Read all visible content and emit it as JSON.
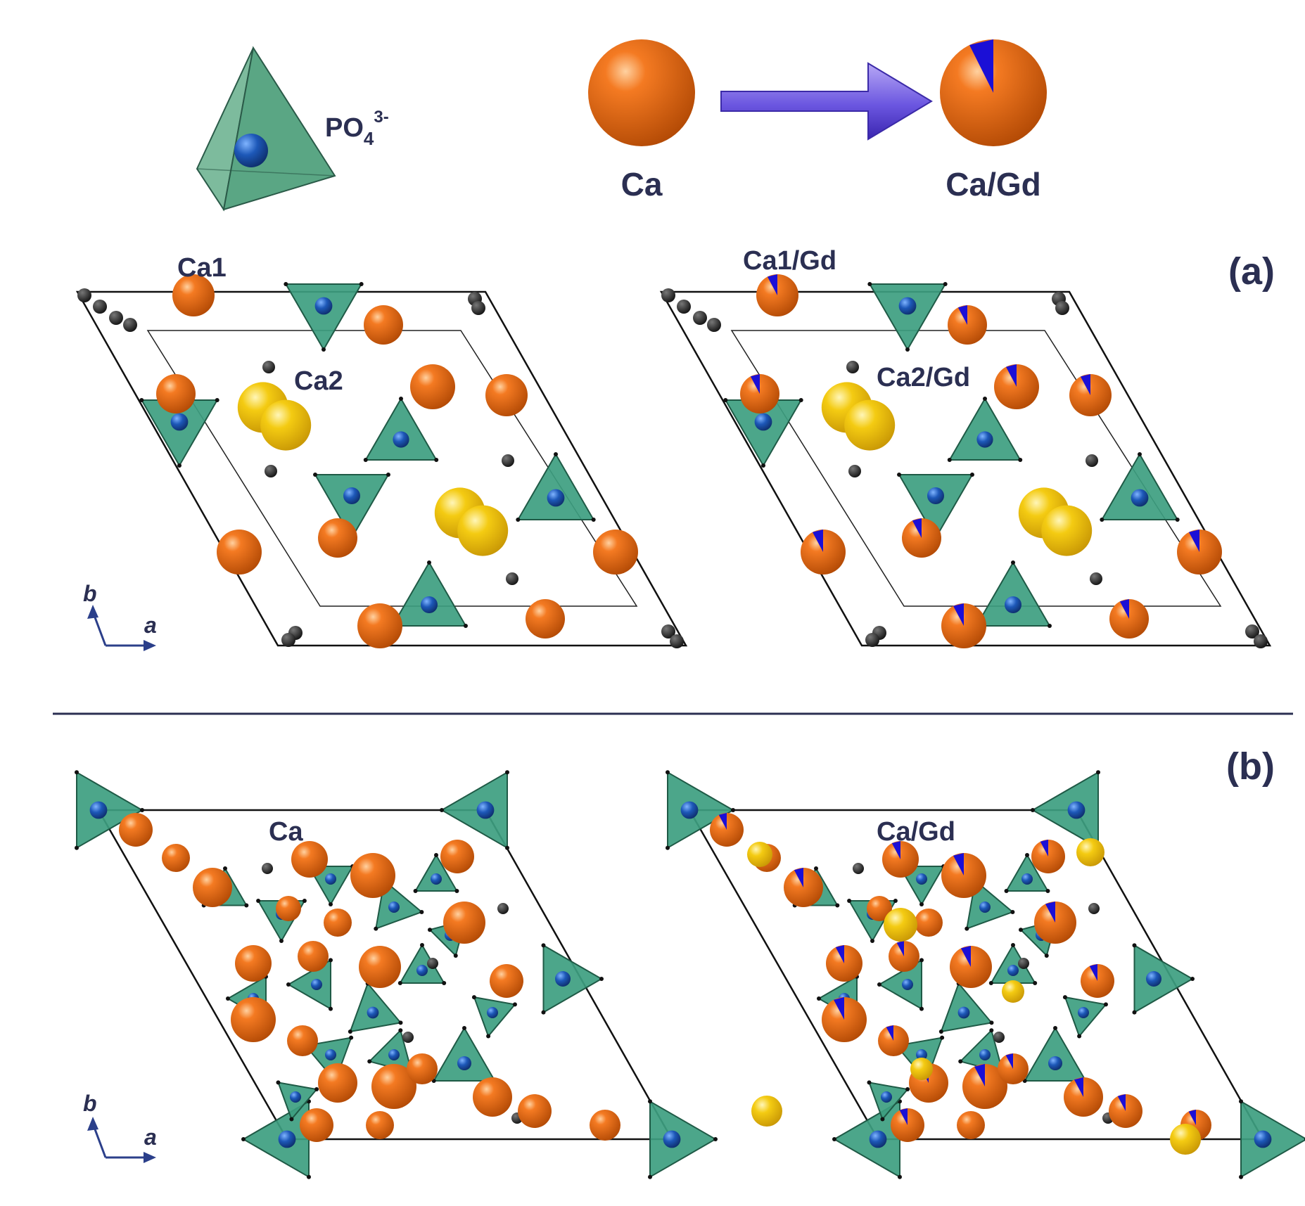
{
  "legend": {
    "po4_base": "PO",
    "po4_sub": "4",
    "po4_sup": "3-",
    "ca_label": "Ca",
    "cagd_label": "Ca/Gd"
  },
  "panel_a": {
    "tag": "(a)",
    "left": {
      "site1": "Ca1",
      "site2": "Ca2"
    },
    "right": {
      "site1": "Ca1/Gd",
      "site2": "Ca2/Gd"
    }
  },
  "panel_b": {
    "tag": "(b)",
    "left": {
      "label": "Ca"
    },
    "right": {
      "label": "Ca/Gd"
    }
  },
  "axes": {
    "b": "b",
    "a": "a"
  },
  "colors": {
    "ca_orange": "#e8620f",
    "gd_blue": "#1b0fd6",
    "phosphate_green": "#3d9e80",
    "phosphorus_blue": "#1d58b8",
    "f_yellow": "#f2c40f",
    "oxygen_black": "#202020",
    "arrow_violet": "#6b56e0",
    "divider": "#2b2f52"
  }
}
